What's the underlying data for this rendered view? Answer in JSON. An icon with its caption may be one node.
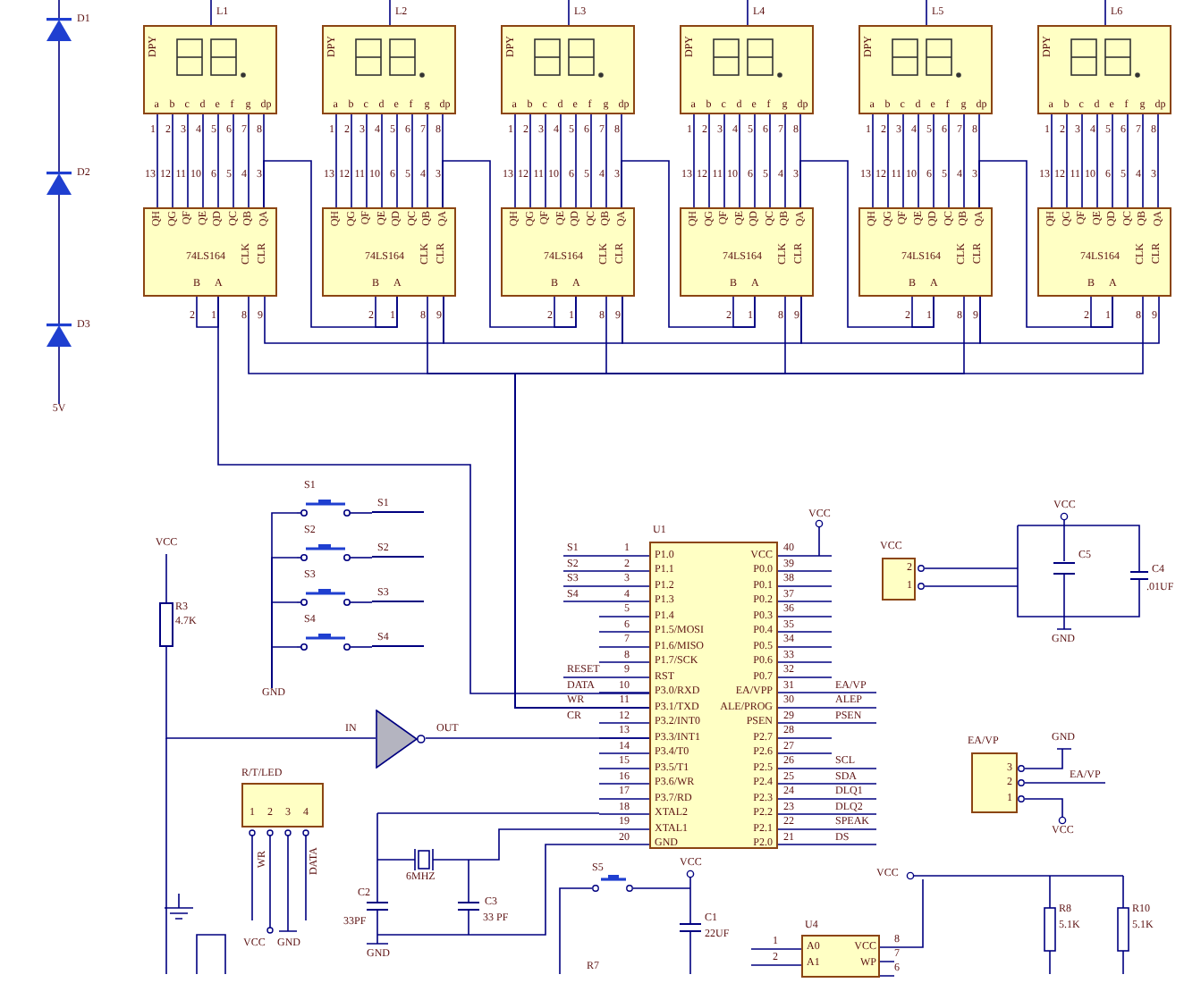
{
  "diagram": {
    "nodes": [
      {
        "text": [
          "L1",
          "DPY",
          "a",
          "b",
          "c",
          "d",
          "e",
          "f",
          "g",
          "dp"
        ]
      },
      {
        "text": [
          "L2",
          "DPY",
          "a",
          "b",
          "c",
          "d",
          "e",
          "f",
          "g",
          "dp"
        ]
      },
      {
        "text": [
          "L3",
          "DPY",
          "a",
          "b",
          "c",
          "d",
          "e",
          "f",
          "g",
          "dp"
        ]
      },
      {
        "text": [
          "L4",
          "DPY",
          "a",
          "b",
          "c",
          "d",
          "e",
          "f",
          "g",
          "dp"
        ]
      },
      {
        "text": [
          "L5",
          "DPY",
          "a",
          "b",
          "c",
          "d",
          "e",
          "f",
          "g",
          "dp"
        ]
      },
      {
        "text": [
          "L6",
          "DPY",
          "a",
          "b",
          "c",
          "d",
          "e",
          "f",
          "g",
          "dp"
        ]
      },
      {
        "text": [
          "QH",
          "QG",
          "QF",
          "QE",
          "QD",
          "QC",
          "QB",
          "QA",
          "74LS164",
          "B",
          "A",
          "CLK",
          "CLR"
        ]
      },
      {
        "text": [
          "QH",
          "QG",
          "QF",
          "QE",
          "QD",
          "QC",
          "QB",
          "QA",
          "74LS164",
          "B",
          "A",
          "CLK",
          "CLR"
        ]
      },
      {
        "text": [
          "QH",
          "QG",
          "QF",
          "QE",
          "QD",
          "QC",
          "QB",
          "QA",
          "74LS164",
          "B",
          "A",
          "CLK",
          "CLR"
        ]
      },
      {
        "text": [
          "QH",
          "QG",
          "QF",
          "QE",
          "QD",
          "QC",
          "QB",
          "QA",
          "74LS164",
          "B",
          "A",
          "CLK",
          "CLR"
        ]
      },
      {
        "text": [
          "QH",
          "QG",
          "QF",
          "QE",
          "QD",
          "QC",
          "QB",
          "QA",
          "74LS164",
          "B",
          "A",
          "CLK",
          "CLR"
        ]
      },
      {
        "text": [
          "QH",
          "QG",
          "QF",
          "QE",
          "QD",
          "QC",
          "QB",
          "QA",
          "74LS164",
          "B",
          "A",
          "CLK",
          "CLR"
        ]
      },
      {
        "text": [
          "D1"
        ]
      },
      {
        "text": [
          "D2"
        ]
      },
      {
        "text": [
          "D3"
        ]
      },
      {
        "text": [
          "5V"
        ]
      },
      {
        "text": [
          "S1"
        ]
      },
      {
        "text": [
          "S2"
        ]
      },
      {
        "text": [
          "S3"
        ]
      },
      {
        "text": [
          "S4"
        ]
      },
      {
        "text": [
          "S1"
        ]
      },
      {
        "text": [
          "S2"
        ]
      },
      {
        "text": [
          "S3"
        ]
      },
      {
        "text": [
          "S4"
        ]
      },
      {
        "text": [
          "GND"
        ]
      },
      {
        "text": [
          "VCC"
        ]
      },
      {
        "text": [
          "R3",
          "4.7K"
        ]
      },
      {
        "text": [],
        "shape": "triangle",
        "beside": [
          "IN",
          "OUT"
        ]
      },
      {
        "text": [
          "U1",
          "P1.0",
          "P1.1",
          "P1.2",
          "P1.3",
          "P1.4",
          "P1.5/MOSI",
          "P1.6/MISO",
          "P1.7/SCK",
          "RST",
          "P3.0/RXD",
          "P3.1/TXD",
          "P3.2/INT0",
          "P3.3/INT1",
          "P3.4/T0",
          "P3.5/T1",
          "P3.6/WR",
          "P3.7/RD",
          "XTAL2",
          "XTAL1",
          "GND",
          "VCC",
          "P0.0",
          "P0.1",
          "P0.2",
          "P0.3",
          "P0.4",
          "P0.5",
          "P0.6",
          "P0.7",
          "EA/VPP",
          "ALE/PROG",
          "PSEN",
          "P2.7",
          "P2.6",
          "P2.5",
          "P2.4",
          "P2.3",
          "P2.2",
          "P2.1",
          "P2.0"
        ]
      },
      {
        "text": [
          "R/T/LED",
          "1",
          "2",
          "3",
          "4"
        ]
      },
      {
        "text": [
          "VCC",
          "2",
          "1"
        ]
      },
      {
        "text": [
          "EA/VP",
          "3",
          "2",
          "1"
        ]
      },
      {
        "text": [
          "U4",
          "A0",
          "VCC",
          "A1",
          "WP"
        ]
      }
    ],
    "edges": [
      {
        "from": 0,
        "to": 6,
        "arrow": "none"
      },
      {
        "from": 0,
        "to": 6,
        "arrow": "none"
      },
      {
        "from": 0,
        "to": 6,
        "arrow": "none"
      },
      {
        "from": 0,
        "to": 6,
        "arrow": "none"
      },
      {
        "from": 0,
        "to": 6,
        "arrow": "none"
      },
      {
        "from": 0,
        "to": 6,
        "arrow": "none"
      },
      {
        "from": 0,
        "to": 6,
        "arrow": "none"
      },
      {
        "from": 0,
        "to": 6,
        "arrow": "none"
      },
      {
        "from": 1,
        "to": 7,
        "arrow": "none"
      },
      {
        "from": 1,
        "to": 7,
        "arrow": "none"
      },
      {
        "from": 1,
        "to": 7,
        "arrow": "none"
      },
      {
        "from": 1,
        "to": 7,
        "arrow": "none"
      },
      {
        "from": 1,
        "to": 7,
        "arrow": "none"
      },
      {
        "from": 1,
        "to": 7,
        "arrow": "none"
      },
      {
        "from": 1,
        "to": 7,
        "arrow": "none"
      },
      {
        "from": 1,
        "to": 7,
        "arrow": "none"
      },
      {
        "from": 2,
        "to": 8,
        "arrow": "none"
      },
      {
        "from": 2,
        "to": 8,
        "arrow": "none"
      },
      {
        "from": 2,
        "to": 8,
        "arrow": "none"
      },
      {
        "from": 2,
        "to": 8,
        "arrow": "none"
      },
      {
        "from": 2,
        "to": 8,
        "arrow": "none"
      },
      {
        "from": 2,
        "to": 8,
        "arrow": "none"
      },
      {
        "from": 2,
        "to": 8,
        "arrow": "none"
      },
      {
        "from": 2,
        "to": 8,
        "arrow": "none"
      },
      {
        "from": 3,
        "to": 9,
        "arrow": "none"
      },
      {
        "from": 3,
        "to": 9,
        "arrow": "none"
      },
      {
        "from": 3,
        "to": 9,
        "arrow": "none"
      },
      {
        "from": 3,
        "to": 9,
        "arrow": "none"
      },
      {
        "from": 3,
        "to": 9,
        "arrow": "none"
      },
      {
        "from": 3,
        "to": 9,
        "arrow": "none"
      },
      {
        "from": 3,
        "to": 9,
        "arrow": "none"
      },
      {
        "from": 3,
        "to": 9,
        "arrow": "none"
      },
      {
        "from": 4,
        "to": 10,
        "arrow": "none"
      },
      {
        "from": 4,
        "to": 10,
        "arrow": "none"
      },
      {
        "from": 4,
        "to": 10,
        "arrow": "none"
      },
      {
        "from": 4,
        "to": 10,
        "arrow": "none"
      },
      {
        "from": 4,
        "to": 10,
        "arrow": "none"
      },
      {
        "from": 4,
        "to": 10,
        "arrow": "none"
      },
      {
        "from": 4,
        "to": 10,
        "arrow": "none"
      },
      {
        "from": 4,
        "to": 10,
        "arrow": "none"
      },
      {
        "from": 5,
        "to": 11,
        "arrow": "none"
      },
      {
        "from": 5,
        "to": 11,
        "arrow": "none"
      },
      {
        "from": 5,
        "to": 11,
        "arrow": "none"
      },
      {
        "from": 5,
        "to": 11,
        "arrow": "none"
      },
      {
        "from": 5,
        "to": 11,
        "arrow": "none"
      },
      {
        "from": 5,
        "to": 11,
        "arrow": "none"
      },
      {
        "from": 5,
        "to": 11,
        "arrow": "none"
      },
      {
        "from": 5,
        "to": 11,
        "arrow": "none"
      },
      {
        "from": 6,
        "to": 7,
        "arrow": "none"
      },
      {
        "from": 7,
        "to": 8,
        "arrow": "none"
      },
      {
        "from": 8,
        "to": 9,
        "arrow": "none"
      },
      {
        "from": 9,
        "to": 10,
        "arrow": "none"
      },
      {
        "from": 10,
        "to": 11,
        "arrow": "none"
      },
      {
        "from": 6,
        "to": 28,
        "arrow": "none"
      },
      {
        "from": 7,
        "to": 28,
        "arrow": "none"
      },
      {
        "from": 8,
        "to": 28,
        "arrow": "none"
      },
      {
        "from": 9,
        "to": 28,
        "arrow": "none"
      },
      {
        "from": 10,
        "to": 28,
        "arrow": "none"
      },
      {
        "from": 11,
        "to": 28,
        "arrow": "none"
      },
      {
        "from": 6,
        "to": 7,
        "arrow": "none"
      },
      {
        "from": 7,
        "to": 8,
        "arrow": "none"
      },
      {
        "from": 8,
        "to": 9,
        "arrow": "none"
      },
      {
        "from": 9,
        "to": 10,
        "arrow": "none"
      },
      {
        "from": 10,
        "to": 11,
        "arrow": "none"
      },
      {
        "from": 6,
        "to": 28,
        "arrow": "none"
      },
      {
        "from": 12,
        "to": 13,
        "arrow": "none"
      },
      {
        "from": 13,
        "to": 14,
        "arrow": "none"
      },
      {
        "from": 14,
        "to": 15,
        "arrow": "none"
      },
      {
        "from": 16,
        "to": 20,
        "arrow": "none"
      },
      {
        "from": 17,
        "to": 21,
        "arrow": "none"
      },
      {
        "from": 18,
        "to": 22,
        "arrow": "none"
      },
      {
        "from": 19,
        "to": 23,
        "arrow": "none"
      },
      {
        "from": 16,
        "to": 24,
        "arrow": "none"
      },
      {
        "from": 17,
        "to": 24,
        "arrow": "none"
      },
      {
        "from": 18,
        "to": 24,
        "arrow": "none"
      },
      {
        "from": 19,
        "to": 24,
        "arrow": "none"
      },
      {
        "from": 25,
        "to": 26,
        "arrow": "none"
      },
      {
        "from": 26,
        "to": 27,
        "arrow": "none"
      },
      {
        "from": 27,
        "to": 28,
        "arrow": "none"
      }
    ],
    "labels": [
      "1",
      "2",
      "3",
      "4",
      "5",
      "6",
      "7",
      "8",
      "13",
      "12",
      "11",
      "10",
      "6",
      "5",
      "4",
      "3",
      "2",
      "1",
      "8",
      "9",
      "1",
      "2",
      "3",
      "4",
      "5",
      "6",
      "7",
      "8",
      "13",
      "12",
      "11",
      "10",
      "6",
      "5",
      "4",
      "3",
      "2",
      "1",
      "8",
      "9",
      "1",
      "2",
      "3",
      "4",
      "5",
      "6",
      "7",
      "8",
      "13",
      "12",
      "11",
      "10",
      "6",
      "5",
      "4",
      "3",
      "2",
      "1",
      "8",
      "9",
      "1",
      "2",
      "3",
      "4",
      "5",
      "6",
      "7",
      "8",
      "13",
      "12",
      "11",
      "10",
      "6",
      "5",
      "4",
      "3",
      "2",
      "1",
      "8",
      "9",
      "1",
      "2",
      "3",
      "4",
      "5",
      "6",
      "7",
      "8",
      "13",
      "12",
      "11",
      "10",
      "6",
      "5",
      "4",
      "3",
      "2",
      "1",
      "8",
      "9",
      "1",
      "2",
      "3",
      "4",
      "5",
      "6",
      "7",
      "8",
      "13",
      "12",
      "11",
      "10",
      "6",
      "5",
      "4",
      "3",
      "2",
      "1",
      "8",
      "9",
      "1",
      "2",
      "3",
      "4",
      "5",
      "6",
      "7",
      "8",
      "9",
      "10",
      "11",
      "12",
      "13",
      "14",
      "15",
      "16",
      "17",
      "18",
      "19",
      "20",
      "40",
      "39",
      "38",
      "37",
      "36",
      "35",
      "34",
      "33",
      "32",
      "31",
      "30",
      "29",
      "28",
      "27",
      "26",
      "25",
      "24",
      "23",
      "22",
      "21",
      "S1",
      "S2",
      "S3",
      "S4",
      "RESET",
      "DATA",
      "WR",
      "CR",
      "EA/VP",
      "ALEP",
      "PSEN",
      "SCL",
      "SDA",
      "DLQ1",
      "DLQ2",
      "SPEAK",
      "DS",
      "VCC",
      "WR",
      "DATA",
      "VCC",
      "GND",
      "6MHZ",
      "C2",
      "33PF",
      "C3",
      "33 PF",
      "GND",
      "VCC",
      "C5",
      "C4",
      ".01UF",
      "GND",
      "GND",
      "EA/VP",
      "VCC",
      "S5",
      "VCC",
      "C1",
      "22UF",
      "R7",
      "1",
      "2",
      "8",
      "7",
      "6",
      "VCC",
      "R8",
      "5.1K",
      "R10",
      "5.1K"
    ]
  }
}
